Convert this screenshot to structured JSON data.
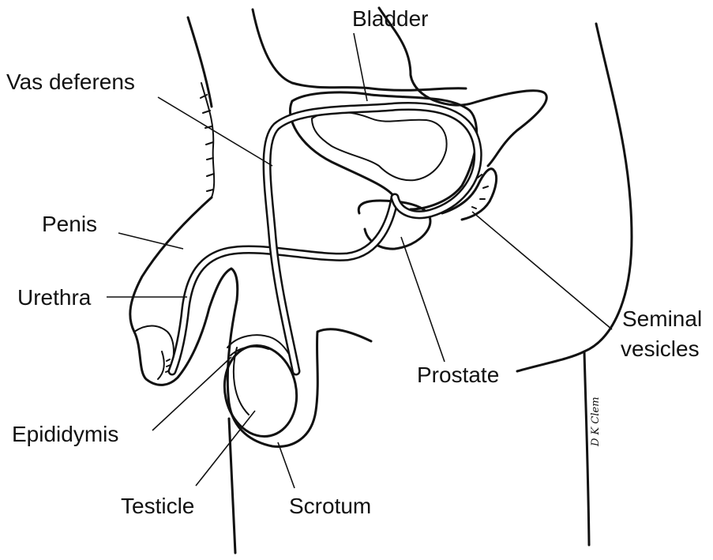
{
  "labels": {
    "bladder": "Bladder",
    "vas_deferens": "Vas deferens",
    "penis": "Penis",
    "urethra": "Urethra",
    "epididymis": "Epididymis",
    "testicle": "Testicle",
    "scrotum": "Scrotum",
    "prostate": "Prostate",
    "seminal_line1": "Seminal",
    "seminal_line2": "vesicles"
  },
  "signature": "D K Clem"
}
